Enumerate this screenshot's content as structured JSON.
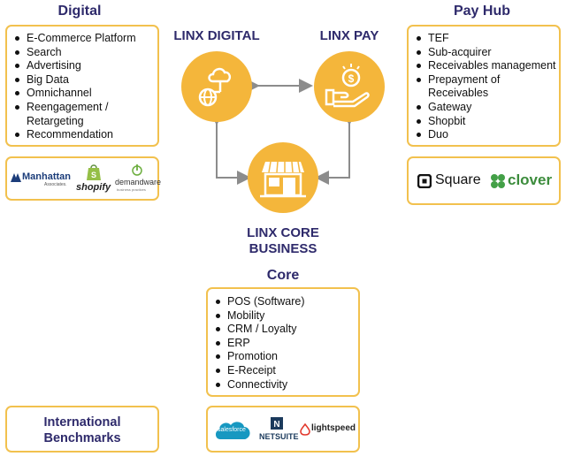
{
  "digital": {
    "title": "Digital",
    "items": [
      "E-Commerce Platform",
      "Search",
      "Advertising",
      "Big Data",
      "Omnichannel",
      "Reengagement /",
      "Retargeting",
      "Recommendation"
    ],
    "logos": {
      "manhattan": "Manhattan",
      "manhattan_sub": "Associates.",
      "shopify": "shopify",
      "demandware": "demandware",
      "demandware_sub": "business practices"
    }
  },
  "payhub": {
    "title": "Pay Hub",
    "items": [
      "TEF",
      "Sub-acquirer",
      "Receivables management",
      "Prepayment of Receivables",
      "Gateway",
      "Shopbit",
      "Duo"
    ],
    "logos": {
      "square": "Square",
      "clover": "clover"
    }
  },
  "nodes": {
    "digital": "LINX DIGITAL",
    "pay": "LINX PAY",
    "core_line1": "LINX CORE",
    "core_line2": "BUSINESS"
  },
  "core": {
    "title": "Core",
    "items": [
      "POS (Software)",
      "Mobility",
      "CRM / Loyalty",
      "ERP",
      "Promotion",
      "E-Receipt",
      "Connectivity"
    ],
    "logos": {
      "salesforce": "salesforce",
      "netsuite": "NETSUITE",
      "lightspeed": "lightspeed"
    }
  },
  "international": {
    "line1": "International",
    "line2": "Benchmarks"
  },
  "colors": {
    "accent": "#f4b63b",
    "border": "#f2c14e",
    "heading": "#2e2a6b",
    "arrow": "#8c8c8c"
  }
}
